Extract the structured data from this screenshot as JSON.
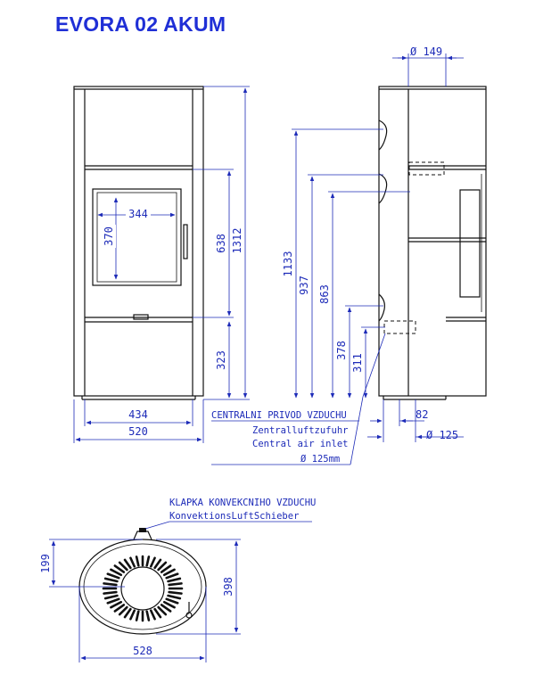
{
  "title": "EVORA 02 AKUM",
  "front_view": {
    "width_inner": "434",
    "width_total": "520",
    "window_width": "344",
    "window_height": "370",
    "door_height": "638",
    "total_height": "1312",
    "base_height": "323"
  },
  "side_view": {
    "diameter_top": "Ø 149",
    "height_top_outlet": "1133",
    "height_937": "937",
    "height_863": "863",
    "height_378": "378",
    "height_311": "311",
    "offset_82": "82",
    "diameter_bottom": "Ø 125"
  },
  "air_inlet_note": {
    "line1": "CENTRALNI PRIVOD VZDUCHU",
    "line2": "Zentralluftzufuhr",
    "line3": "Central air inlet",
    "diameter": "Ø 125mm"
  },
  "top_view": {
    "note_line1": "KLAPKA KONVEKCNIHO VZDUCHU",
    "note_line2": "KonvektionsLuftSchieber",
    "width": "528",
    "height": "398",
    "center_offset": "199"
  }
}
